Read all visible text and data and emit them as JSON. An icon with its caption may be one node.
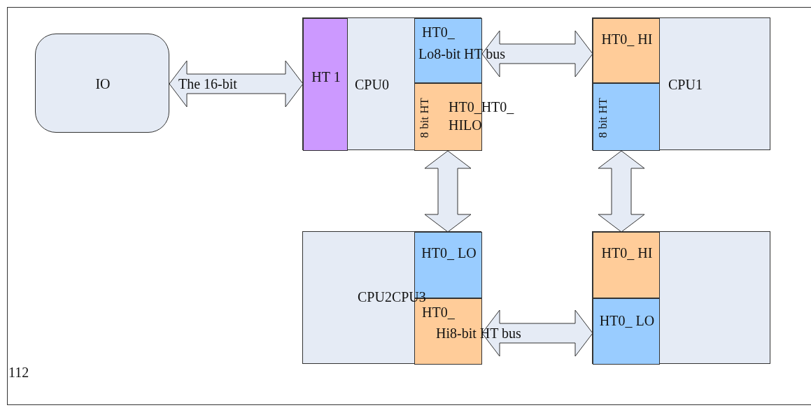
{
  "diagram": {
    "nodes": [
      {
        "text": [
          "IO"
        ]
      },
      {
        "text": [
          "CPU0"
        ]
      },
      {
        "text": [
          "HT 1"
        ],
        "in": 1
      },
      {
        "text": [
          "HT0_"
        ],
        "in": 1
      },
      {
        "text": [
          "8 bit HT",
          "HT0_HT0_ HILO"
        ],
        "in": 1
      },
      {
        "text": [
          "CPU1"
        ]
      },
      {
        "text": [
          "HT0_ HI"
        ],
        "in": 5
      },
      {
        "text": [
          "8 bit HT"
        ],
        "in": 5
      },
      {
        "text": [
          "CPU2CPU3"
        ]
      },
      {
        "text": [
          "HT0_ LO"
        ],
        "in": 8
      },
      {
        "text": [
          "HT0_"
        ],
        "in": 8
      },
      {
        "text": [],
        "shape": "box"
      },
      {
        "text": [
          "HT0_ HI"
        ],
        "in": 11
      },
      {
        "text": [
          "HT0_ LO"
        ],
        "in": 11
      }
    ],
    "edges": [
      {
        "from": 0,
        "to": 2,
        "arrow": "both",
        "label": "The 16-bit"
      },
      {
        "from": 3,
        "to": 6,
        "arrow": "both",
        "label": "Lo8-bit HT bus"
      },
      {
        "from": 4,
        "to": 9,
        "arrow": "both"
      },
      {
        "from": 7,
        "to": 12,
        "arrow": "both"
      },
      {
        "from": 10,
        "to": 13,
        "arrow": "both",
        "label": "Hi8-bit HT bus"
      }
    ],
    "labels": [
      "112"
    ]
  }
}
